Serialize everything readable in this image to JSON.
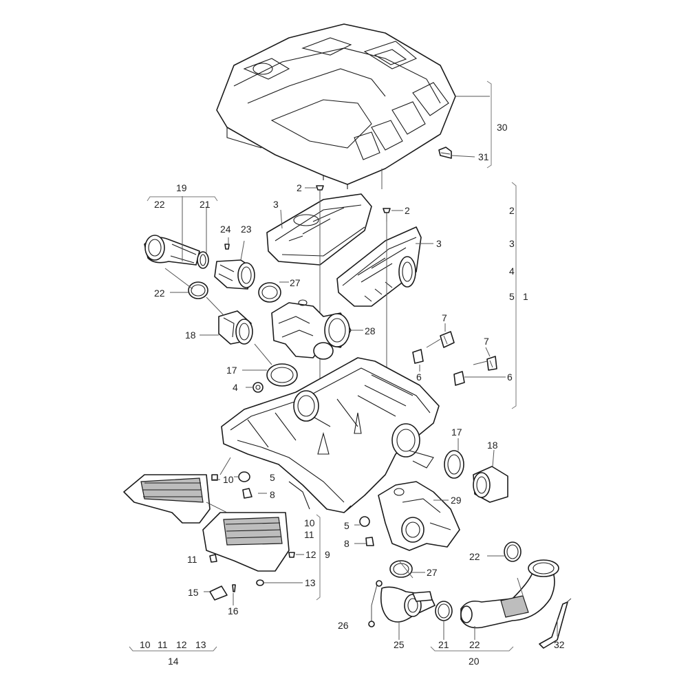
{
  "labels": {
    "p30": "30",
    "p31": "31",
    "p2a": "2",
    "p2b": "2",
    "p3a": "3",
    "p3b": "3",
    "r2": "2",
    "r3": "3",
    "r4": "4",
    "r5": "5",
    "r1": "1",
    "p19": "19",
    "p22a": "22",
    "p21a": "21",
    "p24": "24",
    "p23": "23",
    "p22b": "22",
    "p27a": "27",
    "p18a": "18",
    "p28": "28",
    "p7a": "7",
    "p7b": "7",
    "p6a": "6",
    "p6b": "6",
    "p17a": "17",
    "p4": "4",
    "p17b": "17",
    "p18b": "18",
    "p10a": "10",
    "p5a": "5",
    "p8a": "8",
    "p29": "29",
    "p10b": "10",
    "p11a": "11",
    "p12": "12",
    "p9": "9",
    "p5b": "5",
    "p8b": "8",
    "p11b": "11",
    "p13": "13",
    "p15": "15",
    "p16": "16",
    "p22c": "22",
    "p27b": "27",
    "p26": "26",
    "p25": "25",
    "p21b": "21",
    "p22d": "22",
    "p32": "32",
    "p20": "20",
    "b10": "10",
    "b11": "11",
    "b12": "12",
    "b13": "13",
    "p14": "14"
  }
}
